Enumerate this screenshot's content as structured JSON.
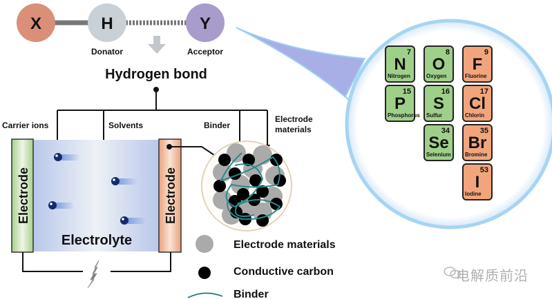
{
  "molecule": {
    "atoms": [
      {
        "symbol": "X",
        "color": "#d98f78"
      },
      {
        "symbol": "H",
        "color": "#c9d0d6"
      },
      {
        "symbol": "Y",
        "color": "#a89ccc"
      }
    ],
    "donator_label": "Donator",
    "acceptor_label": "Acceptor",
    "title": "Hydrogen bond"
  },
  "branches": {
    "carrier_ions": "Carrier ions",
    "solvents": "Solvents",
    "binder": "Binder",
    "electrode_materials_line1": "Electrode",
    "electrode_materials_line2": "materials"
  },
  "cell": {
    "left_electrode": "Electrode",
    "right_electrode": "Electrode",
    "electrolyte": "Electrolyte"
  },
  "legend": [
    {
      "label": "Electrode materials",
      "marker": "gray-circle",
      "color": "#aaaaaa"
    },
    {
      "label": "Conductive carbon",
      "marker": "black-circle",
      "color": "#000000"
    },
    {
      "label": "Binder",
      "marker": "teal-line",
      "color": "#2a8a8a"
    }
  ],
  "elements": [
    {
      "symbol": "N",
      "number": "7",
      "name": "Nitrogen",
      "group": "green"
    },
    {
      "symbol": "O",
      "number": "8",
      "name": "Oxygen",
      "group": "green"
    },
    {
      "symbol": "F",
      "number": "9",
      "name": "Fluorine",
      "group": "orange"
    },
    {
      "symbol": "P",
      "number": "15",
      "name": "Phosphorus",
      "group": "green"
    },
    {
      "symbol": "S",
      "number": "16",
      "name": "Sulfur",
      "group": "green"
    },
    {
      "symbol": "Cl",
      "number": "17",
      "name": "Chlorin",
      "group": "orange"
    },
    {
      "symbol": "Se",
      "number": "34",
      "name": "Selenium",
      "group": "green"
    },
    {
      "symbol": "Br",
      "number": "35",
      "name": "Bromine",
      "group": "orange"
    },
    {
      "symbol": "I",
      "number": "53",
      "name": "Iodine",
      "group": "orange"
    }
  ],
  "watermark": "电解质前沿"
}
